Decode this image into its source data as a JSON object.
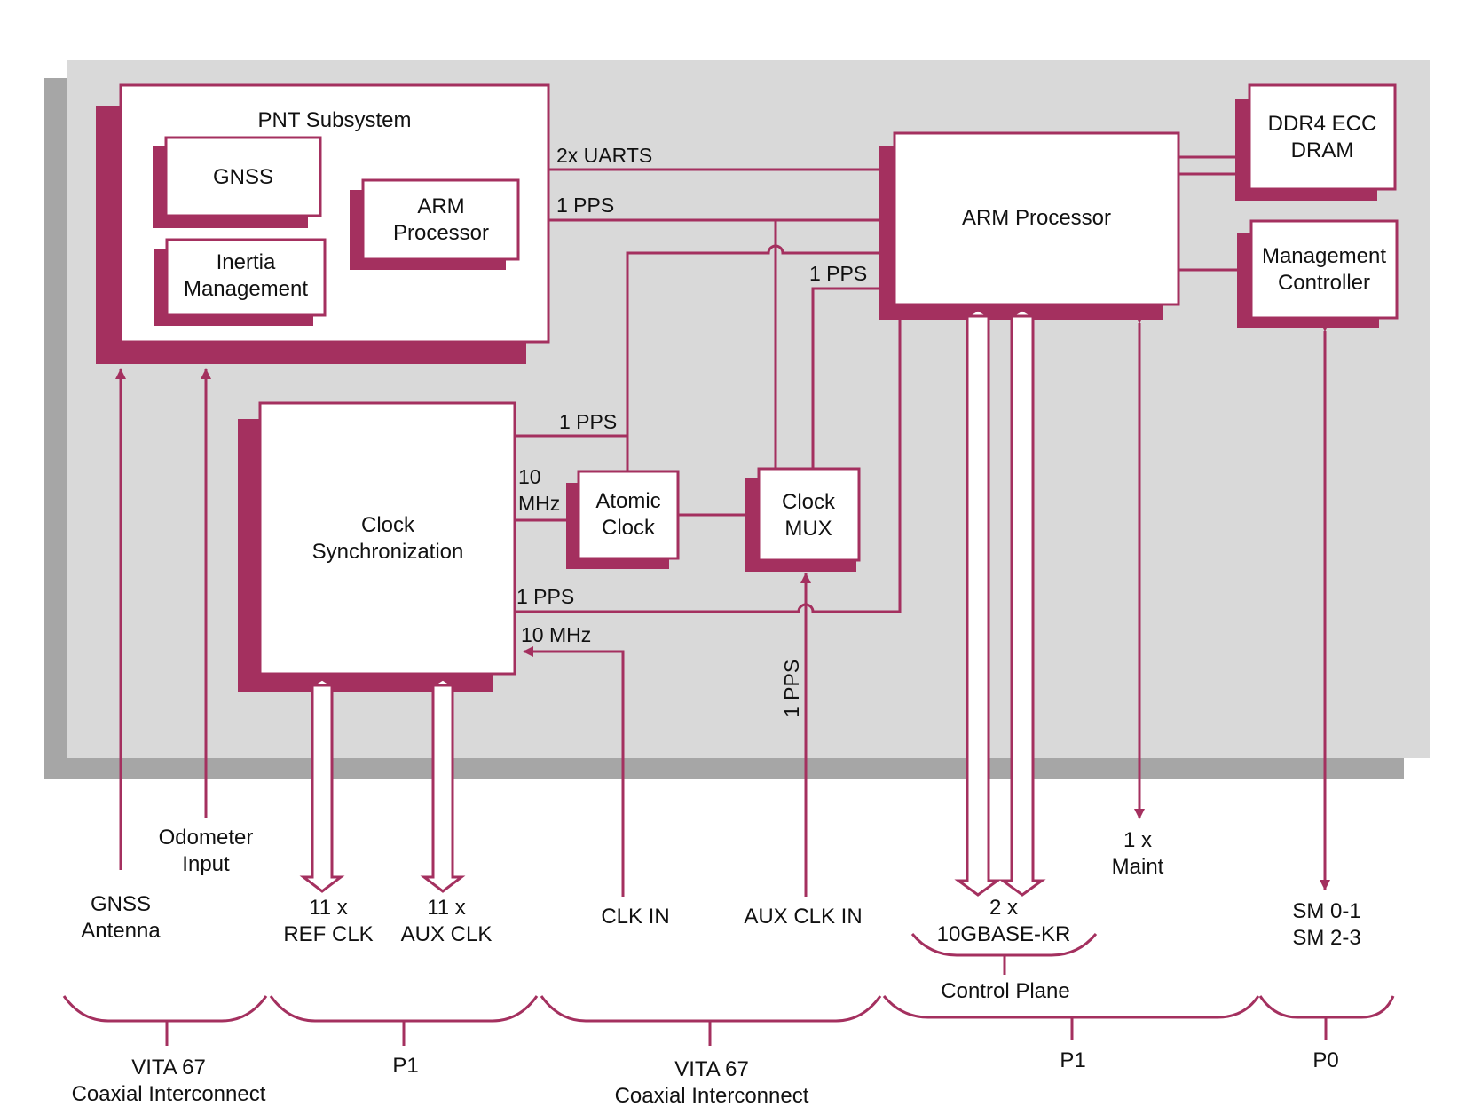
{
  "colors": {
    "accent": "#a4305f",
    "board": "#d9d9d9",
    "board_shadow": "#a6a6a6",
    "box_fill": "#ffffff"
  },
  "blocks": {
    "pnt": {
      "label": "PNT Subsystem"
    },
    "gnss": {
      "label": "GNSS"
    },
    "inertia": {
      "line1": "Inertia",
      "line2": "Management"
    },
    "pnt_arm": {
      "line1": "ARM",
      "line2": "Processor"
    },
    "arm": {
      "label": "ARM Processor"
    },
    "ddr4": {
      "line1": "DDR4 ECC",
      "line2": "DRAM"
    },
    "mgmt": {
      "line1": "Management",
      "line2": "Controller"
    },
    "clock_sync": {
      "line1": "Clock",
      "line2": "Synchronization"
    },
    "atomic": {
      "line1": "Atomic",
      "line2": "Clock"
    },
    "mux": {
      "line1": "Clock",
      "line2": "MUX"
    }
  },
  "signals": {
    "uarts": "2x UARTS",
    "pps_arm_top": "1 PPS",
    "pps_arm_mux": "1 PPS",
    "pps_sync_top": "1 PPS",
    "ten_mhz_line1": "10",
    "ten_mhz_line2": "MHz",
    "pps_sync_bottom": "1 PPS",
    "ten_mhz_in": "10 MHz",
    "pps_vertical": "1 PPS"
  },
  "io": {
    "gnss_antenna": {
      "line1": "GNSS",
      "line2": "Antenna"
    },
    "odometer": {
      "line1": "Odometer",
      "line2": "Input"
    },
    "ref_clk": {
      "line1": "11 x",
      "line2": "REF CLK"
    },
    "aux_clk": {
      "line1": "11 x",
      "line2": "AUX CLK"
    },
    "clk_in": "CLK IN",
    "aux_clk_in": "AUX CLK IN",
    "tengbase": {
      "line1": "2 x",
      "line2": "10GBASE-KR"
    },
    "control_plane": "Control Plane",
    "maint": {
      "line1": "1 x",
      "line2": "Maint"
    },
    "sm": {
      "line1": "SM 0-1",
      "line2": "SM 2-3"
    }
  },
  "connectors": [
    {
      "line1": "VITA 67",
      "line2": "Coaxial Interconnect"
    },
    {
      "line1": "P1"
    },
    {
      "line1": "VITA 67",
      "line2": "Coaxial Interconnect"
    },
    {
      "line1": "P1"
    },
    {
      "line1": "P0"
    }
  ]
}
